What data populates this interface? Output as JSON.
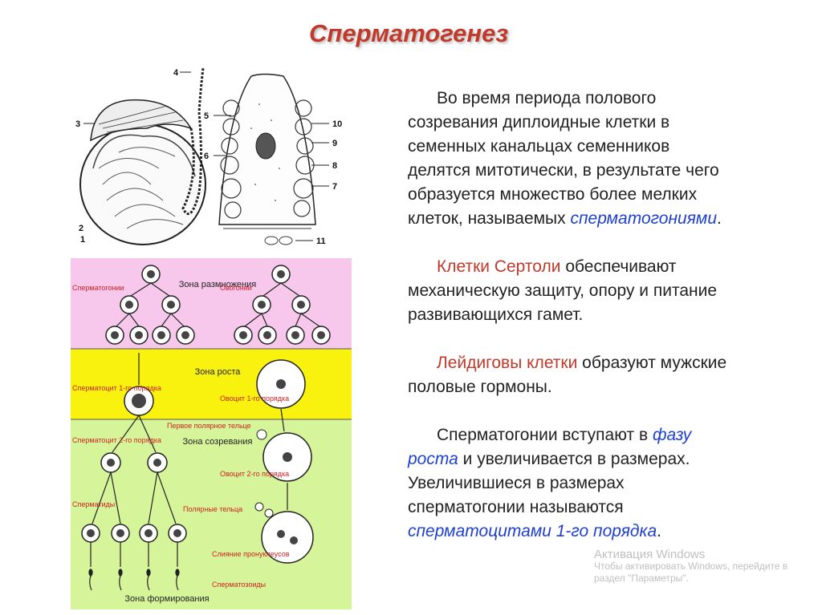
{
  "title": "Сперматогенез",
  "paragraphs": [
    {
      "segments": [
        {
          "text": "Во время периода полового созревания диплоидные клетки в семенных канальцах семенников делятся митотически, в результате чего образуется множество более мелких клеток, называемых ",
          "style": "plain"
        },
        {
          "text": "сперматогониями",
          "style": "blue"
        },
        {
          "text": ".",
          "style": "plain"
        }
      ]
    },
    {
      "segments": [
        {
          "text": "Клетки Сертоли",
          "style": "red"
        },
        {
          "text": " обеспечивают механическую защиту, опору и питание развивающихся гамет.",
          "style": "plain"
        }
      ]
    },
    {
      "segments": [
        {
          "text": "Лейдиговы клетки",
          "style": "red"
        },
        {
          "text": " образуют мужские половые гормоны.",
          "style": "plain"
        }
      ]
    },
    {
      "segments": [
        {
          "text": "Сперматогонии вступают в ",
          "style": "plain"
        },
        {
          "text": "фазу роста",
          "style": "blue"
        },
        {
          "text": " и увеличивается в размерах. Увеличившиеся в размерах сперматогонии называются ",
          "style": "plain"
        },
        {
          "text": "сперматоцитами 1-го порядка",
          "style": "blue"
        },
        {
          "text": ".",
          "style": "plain"
        }
      ]
    }
  ],
  "anatomy_numbers": [
    "4",
    "3",
    "5",
    "6",
    "2",
    "1",
    "10",
    "9",
    "8",
    "7",
    "11"
  ],
  "diagram": {
    "zones": {
      "reproduction": "Зона размножения",
      "growth": "Зона роста",
      "maturation": "Зона созревания",
      "formation": "Зона формирования"
    },
    "labels": {
      "spermatogonia": "Сперматогонии",
      "oogonia": "Овогонии",
      "spermatocyte1": "Сперматоцит 1-го порядка",
      "oocyte1": "Овоцит 1-го порядка",
      "first_polar_body": "Первое полярное тельце",
      "spermatocyte2": "Сперматоцит 2-го порядка",
      "oocyte2": "Овоцит 2-го порядка",
      "spermatids": "Сперматиды",
      "polar_bodies": "Полярные тельца",
      "fusion": "Слияние пронуклеусов",
      "spermatozoa": "Сперматозоиды"
    },
    "colors": {
      "pink": "#f7c8ec",
      "yellow": "#f8f20e",
      "green": "#d6f59a",
      "label_red": "#d0201f"
    }
  },
  "watermark": {
    "title": "Активация Windows",
    "line1": "Чтобы активировать Windows, перейдите в",
    "line2": "раздел \"Параметры\"."
  }
}
